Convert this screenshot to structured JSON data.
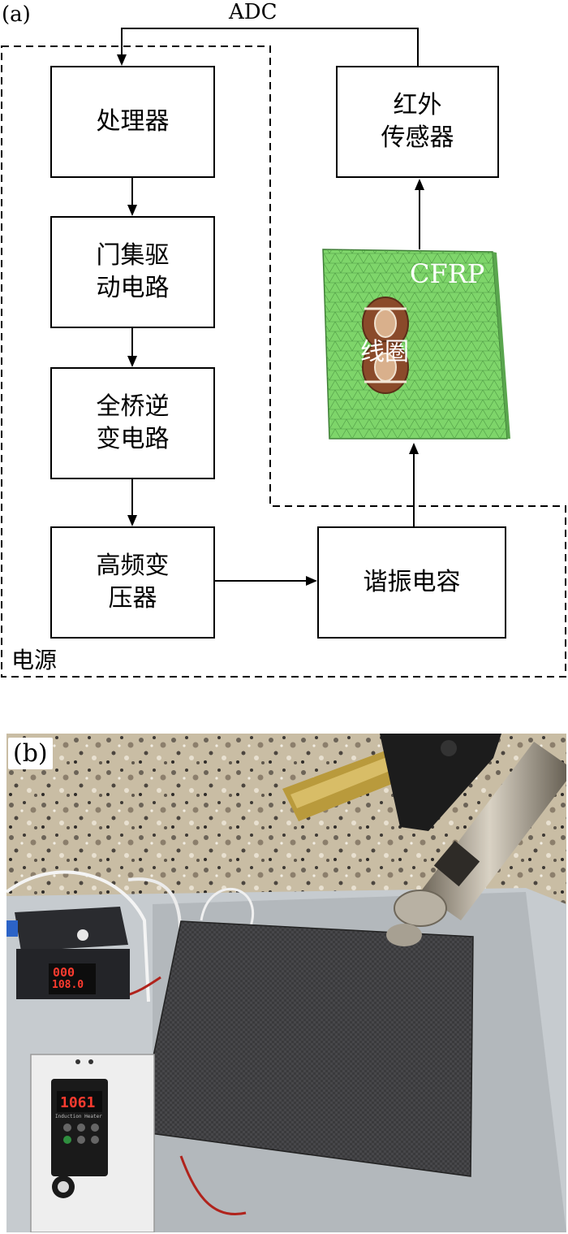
{
  "panel_a": {
    "label": "(a)",
    "adc_label": "ADC",
    "power_label": "电源",
    "blocks": {
      "processor": "处理器",
      "gate_driver": "门集驱\n动电路",
      "inverter": "全桥逆\n变电路",
      "transformer": "高频变\n压器",
      "resonant_cap": "谐振电容",
      "ir_sensor": "红外\n传感器"
    },
    "model": {
      "cfrp_label": "CFRP",
      "coil_label": "线圈",
      "plate_color": "#7ed56a",
      "mesh_color": "#4f9a45"
    }
  },
  "panel_b": {
    "label": "(b)",
    "controller_display_top": "000",
    "controller_display_bottom": "108.0",
    "inverter_display": "1061",
    "inverter_caption": "Induction Heater"
  }
}
